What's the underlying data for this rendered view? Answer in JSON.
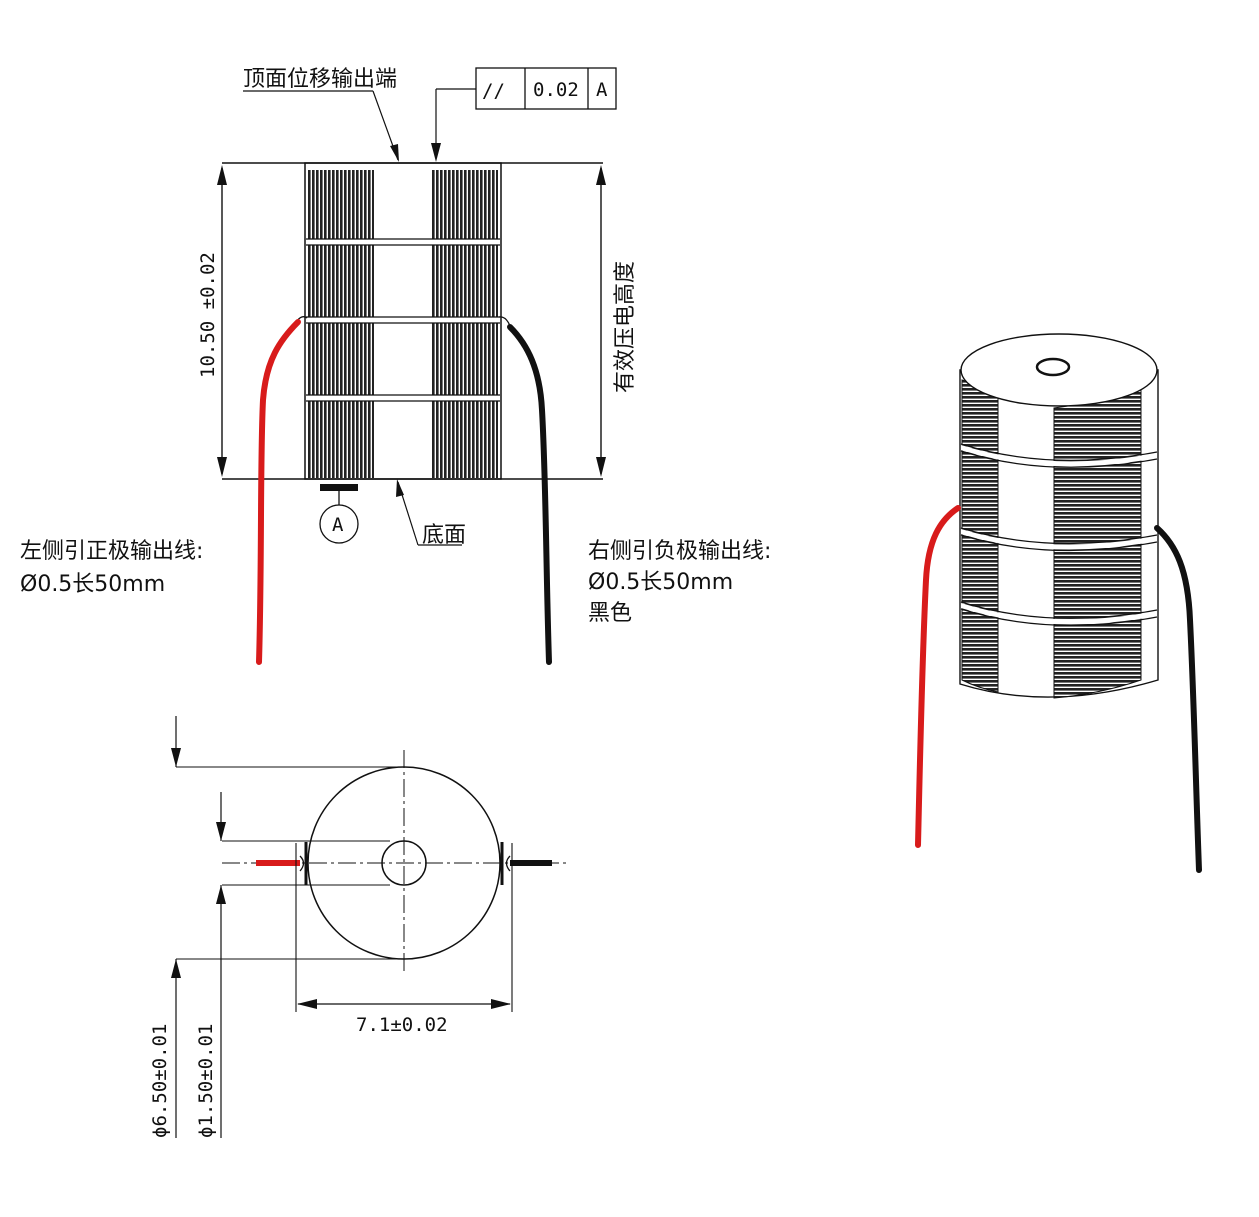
{
  "labels": {
    "top_output": "顶面位移输出端",
    "bottom_face": "底面",
    "effective_height": "有效压电高度",
    "datum": "A"
  },
  "tolerance_frame": {
    "symbol": "//",
    "value": "0.02",
    "datum": "A"
  },
  "dimensions": {
    "height": "10.50 ±0.02",
    "width": "7.1±0.02",
    "outer_dia": "ϕ6.50±0.01",
    "inner_dia": "ϕ1.50±0.01"
  },
  "left_lead": {
    "title": "左侧引正极输出线:",
    "spec": "Ø0.5长50mm"
  },
  "right_lead": {
    "title": "右侧引负极输出线:",
    "spec": "Ø0.5长50mm",
    "color": "黑色"
  },
  "colors": {
    "positive_wire": "#d81b1b",
    "negative_wire": "#111111",
    "line": "#111111"
  }
}
